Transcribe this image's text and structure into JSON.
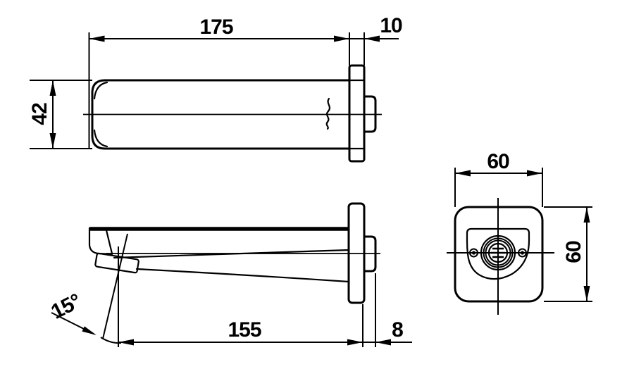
{
  "drawing": {
    "type": "technical-dimension-drawing",
    "subject": "wall-mounted-spout",
    "colors": {
      "line": "#000000",
      "background": "#ffffff"
    },
    "dimensions": {
      "top_view": {
        "spout_length": "175",
        "plate_thickness": "10",
        "spout_width": "42"
      },
      "side_view": {
        "spout_projection": "155",
        "wall_connection_depth": "8",
        "outlet_angle": "15°"
      },
      "front_view": {
        "plate_width": "60",
        "plate_height": "60"
      }
    }
  }
}
